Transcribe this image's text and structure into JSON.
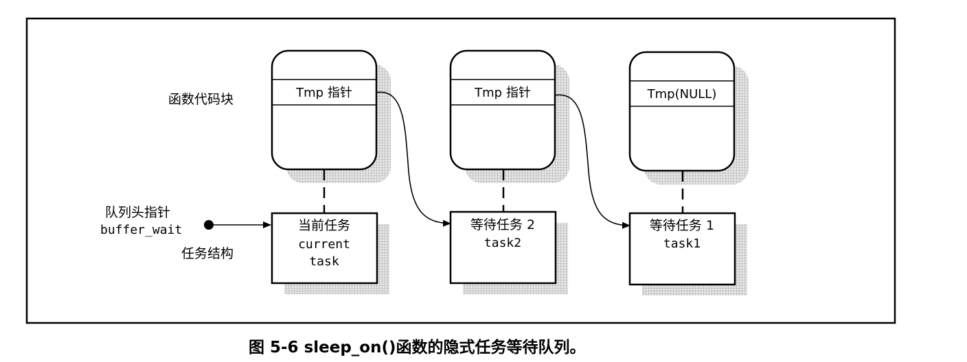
{
  "labels": {
    "code_block": "函数代码块",
    "queue_head": "队列头指针",
    "queue_var": "buffer_wait",
    "task_struct": "任务结构"
  },
  "code_blocks": [
    {
      "field": "Tmp 指针"
    },
    {
      "field": "Tmp 指针"
    },
    {
      "field": "Tmp(NULL)"
    }
  ],
  "tasks": [
    {
      "line1": "当前任务",
      "line2": "current",
      "line3": "task"
    },
    {
      "line1": "等待任务 2",
      "line2": "task2",
      "line3": ""
    },
    {
      "line1": "等待任务 1",
      "line2": "task1",
      "line3": ""
    }
  ],
  "caption": "图 5-6 sleep_on()函数的隐式任务等待队列。"
}
